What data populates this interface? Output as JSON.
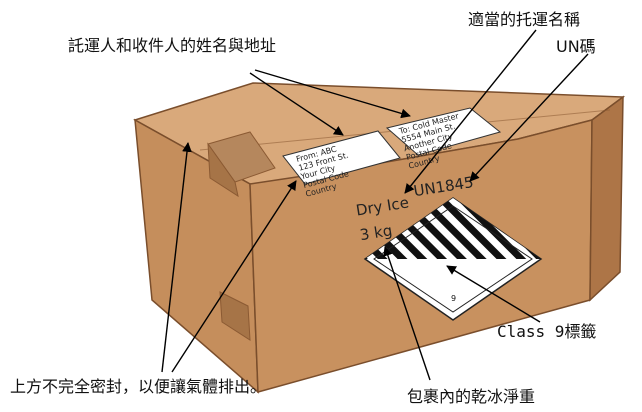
{
  "callouts": {
    "names_addresses": "託運人和收件人的姓名與地址",
    "shipping_name": "適當的托運名稱",
    "un_code": "UN碼",
    "class_label": "Class 9標籤",
    "vent_note": "上方不完全密封，以便讓氣體排出。",
    "dry_ice_weight": "包裹內的乾冰淨重"
  },
  "box_markings": {
    "dry_ice": "Dry Ice",
    "un_number": "UN1845",
    "weight": "3 kg",
    "hazard_class": "9"
  },
  "shipping_labels": {
    "front": [
      "From: ABC",
      "123 Front St.",
      "Your City",
      "Postal Code",
      "Country"
    ],
    "back": [
      "To: Cold Master",
      "5554 Main St.",
      "Another City",
      "Postal Code",
      "Country"
    ]
  },
  "colors": {
    "box_top": "#d7a77a",
    "box_front": "#c8915f",
    "box_right": "#ad7547",
    "tape": "#b5875d",
    "outline": "#7a4e2c"
  }
}
